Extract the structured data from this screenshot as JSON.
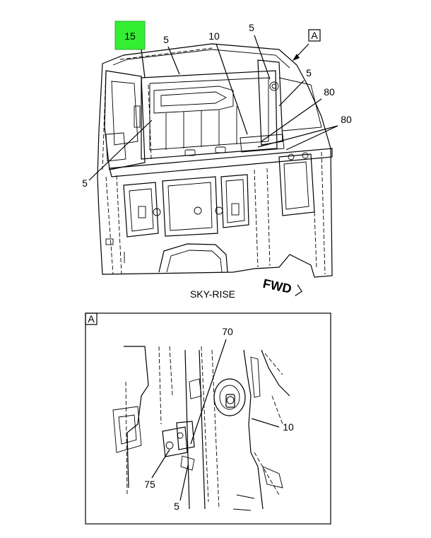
{
  "callouts": {
    "c15": "15",
    "c5_top": "5",
    "c10_top": "10",
    "c5_right_top": "5",
    "c5_right_mid": "5",
    "c80_a": "80",
    "c80_b": "80",
    "c5_left": "5",
    "view_a_tag": "A"
  },
  "caption": "SKY-RISE",
  "fwd": "FWD",
  "detail": {
    "tag": "A",
    "c70": "70",
    "c10": "10",
    "c75": "75",
    "c5": "5"
  },
  "colors": {
    "highlight": "#33ee33"
  }
}
